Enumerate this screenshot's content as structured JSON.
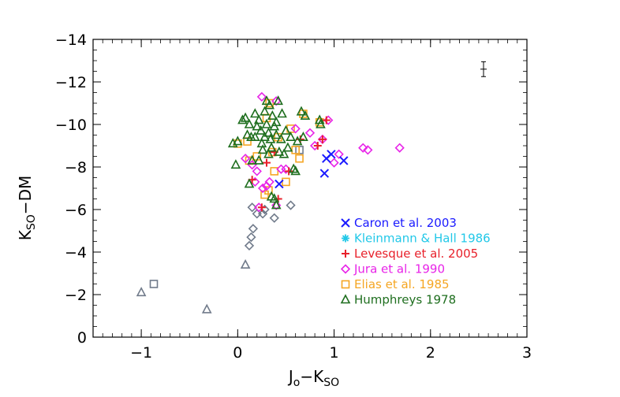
{
  "chart_data": {
    "type": "scatter",
    "title": "",
    "xlabel": {
      "main": "J",
      "sub1": "o",
      "mid": "−K",
      "sub2": "SO"
    },
    "ylabel": {
      "main": "K",
      "sub": "SO",
      "rest": "−DM"
    },
    "xlim": [
      -1.5,
      3.0
    ],
    "ylim": [
      0,
      -14
    ],
    "xticks": [
      -1,
      0,
      1,
      2,
      3
    ],
    "xtick_labels": [
      "−1",
      "0",
      "1",
      "2",
      "3"
    ],
    "yticks": [
      -14,
      -12,
      -10,
      -8,
      -6,
      -4,
      -2,
      0
    ],
    "ytick_labels": [
      "−14",
      "−12",
      "−10",
      "−8",
      "−6",
      "−4",
      "−2",
      "0"
    ],
    "grid": false,
    "legend_position": "lower-right",
    "error_bar": {
      "x": 2.55,
      "y": -12.6,
      "xerr": 0.02,
      "yerr": 0.35
    },
    "series": [
      {
        "name": "Caron et al. 2003",
        "marker": "x",
        "color": "#1a1aff",
        "points": [
          [
            0.43,
            -7.2
          ],
          [
            0.92,
            -8.4
          ],
          [
            0.97,
            -8.6
          ],
          [
            0.9,
            -7.7
          ],
          [
            1.1,
            -8.3
          ]
        ]
      },
      {
        "name": "Kleinmann & Hall 1986",
        "marker": "asterisk",
        "color": "#22c8e8",
        "points": []
      },
      {
        "name": "Levesque et al. 2005",
        "marker": "plus",
        "color": "#e8202a",
        "points": [
          [
            0.15,
            -7.4
          ],
          [
            0.25,
            -6.1
          ],
          [
            0.38,
            -8.7
          ],
          [
            0.53,
            -7.8
          ],
          [
            0.65,
            -9.3
          ],
          [
            0.83,
            -9.0
          ],
          [
            0.88,
            -9.3
          ],
          [
            0.92,
            -10.2
          ],
          [
            0.42,
            -6.5
          ],
          [
            0.3,
            -8.2
          ]
        ]
      },
      {
        "name": "Jura et al. 1990",
        "marker": "diamond",
        "color": "#e824e8",
        "points": [
          [
            0.25,
            -11.3
          ],
          [
            0.4,
            -11.1
          ],
          [
            0.15,
            -8.1
          ],
          [
            0.2,
            -7.8
          ],
          [
            0.26,
            -7.0
          ],
          [
            0.3,
            -7.1
          ],
          [
            0.45,
            -7.9
          ],
          [
            0.5,
            -7.9
          ],
          [
            0.6,
            -9.8
          ],
          [
            0.75,
            -9.6
          ],
          [
            0.8,
            -9.0
          ],
          [
            0.88,
            -9.3
          ],
          [
            0.94,
            -10.2
          ],
          [
            1.0,
            -8.2
          ],
          [
            1.05,
            -8.6
          ],
          [
            1.3,
            -8.9
          ],
          [
            1.35,
            -8.8
          ],
          [
            1.68,
            -8.9
          ],
          [
            0.33,
            -7.3
          ],
          [
            0.18,
            -7.3
          ],
          [
            0.4,
            -6.2
          ],
          [
            0.22,
            -6.1
          ],
          [
            0.08,
            -8.4
          ]
        ]
      },
      {
        "name": "Elias et al. 1985",
        "marker": "square",
        "color": "#f5a623",
        "points": [
          [
            0.0,
            -9.1
          ],
          [
            0.1,
            -9.2
          ],
          [
            0.12,
            -8.3
          ],
          [
            0.2,
            -8.5
          ],
          [
            0.28,
            -6.7
          ],
          [
            0.3,
            -10.3
          ],
          [
            0.33,
            -11.0
          ],
          [
            0.36,
            -8.7
          ],
          [
            0.42,
            -9.4
          ],
          [
            0.55,
            -9.8
          ],
          [
            0.6,
            -8.8
          ],
          [
            0.64,
            -8.4
          ],
          [
            0.68,
            -10.5
          ],
          [
            0.85,
            -10.1
          ],
          [
            0.5,
            -7.3
          ],
          [
            0.38,
            -7.8
          ],
          [
            0.32,
            -6.9
          ]
        ]
      },
      {
        "name": "Humphreys  1978",
        "marker": "triangle",
        "color": "#1e6e1e",
        "points": [
          [
            -0.05,
            -9.1
          ],
          [
            0.0,
            -9.2
          ],
          [
            -0.02,
            -8.1
          ],
          [
            0.05,
            -10.2
          ],
          [
            0.08,
            -10.3
          ],
          [
            0.1,
            -9.5
          ],
          [
            0.12,
            -10.0
          ],
          [
            0.14,
            -9.4
          ],
          [
            0.15,
            -8.3
          ],
          [
            0.18,
            -10.5
          ],
          [
            0.2,
            -9.9
          ],
          [
            0.22,
            -10.2
          ],
          [
            0.24,
            -9.7
          ],
          [
            0.25,
            -9.1
          ],
          [
            0.26,
            -8.8
          ],
          [
            0.28,
            -10.6
          ],
          [
            0.3,
            -11.1
          ],
          [
            0.3,
            -10.0
          ],
          [
            0.32,
            -9.6
          ],
          [
            0.33,
            -10.9
          ],
          [
            0.34,
            -9.3
          ],
          [
            0.35,
            -8.9
          ],
          [
            0.36,
            -10.4
          ],
          [
            0.38,
            -9.9
          ],
          [
            0.4,
            -9.5
          ],
          [
            0.4,
            -10.1
          ],
          [
            0.42,
            -11.1
          ],
          [
            0.43,
            -8.7
          ],
          [
            0.45,
            -9.3
          ],
          [
            0.46,
            -10.5
          ],
          [
            0.48,
            -8.6
          ],
          [
            0.5,
            -9.7
          ],
          [
            0.52,
            -8.9
          ],
          [
            0.55,
            -9.4
          ],
          [
            0.58,
            -7.9
          ],
          [
            0.6,
            -7.8
          ],
          [
            0.62,
            -9.2
          ],
          [
            0.66,
            -10.6
          ],
          [
            0.68,
            -9.4
          ],
          [
            0.7,
            -10.4
          ],
          [
            0.85,
            -10.2
          ],
          [
            0.86,
            -10.0
          ],
          [
            0.35,
            -6.6
          ],
          [
            0.38,
            -6.5
          ],
          [
            0.4,
            -6.2
          ],
          [
            0.22,
            -8.3
          ],
          [
            0.12,
            -7.2
          ],
          [
            0.18,
            -9.4
          ],
          [
            0.28,
            -9.4
          ],
          [
            0.32,
            -8.6
          ]
        ]
      },
      {
        "name": "",
        "marker": "diamond",
        "color": "#707a8a",
        "points": [
          [
            0.15,
            -6.1
          ],
          [
            0.2,
            -5.8
          ],
          [
            0.26,
            -5.8
          ],
          [
            0.38,
            -5.6
          ],
          [
            0.55,
            -6.2
          ],
          [
            0.16,
            -5.1
          ],
          [
            0.14,
            -4.7
          ],
          [
            0.12,
            -4.3
          ],
          [
            0.28,
            -6.0
          ]
        ]
      },
      {
        "name": "",
        "marker": "triangle",
        "color": "#707a8a",
        "points": [
          [
            -1.0,
            -2.1
          ],
          [
            -0.32,
            -1.3
          ],
          [
            0.08,
            -3.4
          ]
        ]
      },
      {
        "name": "",
        "marker": "square",
        "color": "#707a8a",
        "points": [
          [
            -0.87,
            -2.5
          ],
          [
            0.64,
            -8.8
          ]
        ]
      }
    ]
  }
}
